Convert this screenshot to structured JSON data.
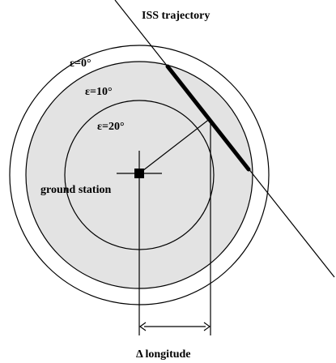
{
  "labels": {
    "trajectory": "ISS trajectory",
    "elev0": "ε=0°",
    "elev10": "ε=10°",
    "elev20": "ε=20°",
    "station": "ground station",
    "delta_longitude": "Δ longitude"
  },
  "colors": {
    "stroke": "#000000",
    "fill_ring": "#e3e3e3",
    "background": "#ffffff"
  }
}
